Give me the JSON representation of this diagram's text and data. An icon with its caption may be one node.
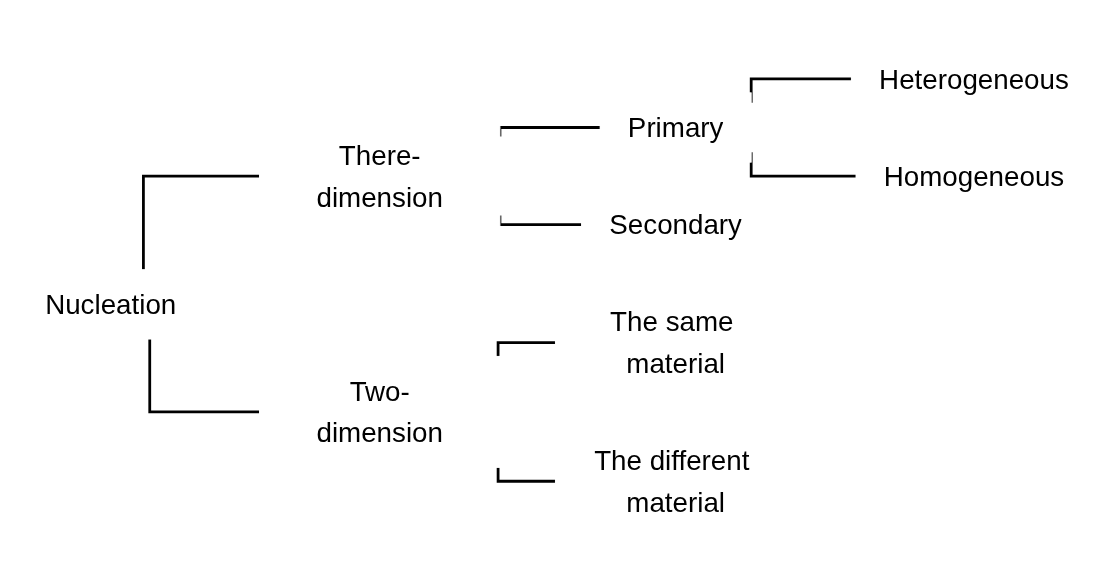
{
  "diagram": {
    "nodes": [
      {
        "text": [
          "Nucleation"
        ]
      },
      {
        "text": [
          "There-dimension"
        ]
      },
      {
        "text": [
          "Primary"
        ]
      },
      {
        "text": [
          "Heterogeneous"
        ]
      },
      {
        "text": [
          "Homogeneous"
        ]
      },
      {
        "text": [
          "Secondary"
        ]
      },
      {
        "text": [
          "Two-dimension"
        ]
      },
      {
        "text": [
          "The same material"
        ]
      },
      {
        "text": [
          "The different material"
        ]
      }
    ],
    "edges": [
      {
        "from": 0,
        "to": 1,
        "arrow": "none"
      },
      {
        "from": 0,
        "to": 6,
        "arrow": "none"
      },
      {
        "from": 1,
        "to": 2,
        "arrow": "none"
      },
      {
        "from": 1,
        "to": 5,
        "arrow": "none"
      },
      {
        "from": 2,
        "to": 3,
        "arrow": "none"
      },
      {
        "from": 2,
        "to": 4,
        "arrow": "none"
      },
      {
        "from": 6,
        "to": 7,
        "arrow": "none"
      },
      {
        "from": 6,
        "to": 8,
        "arrow": "none"
      }
    ]
  }
}
